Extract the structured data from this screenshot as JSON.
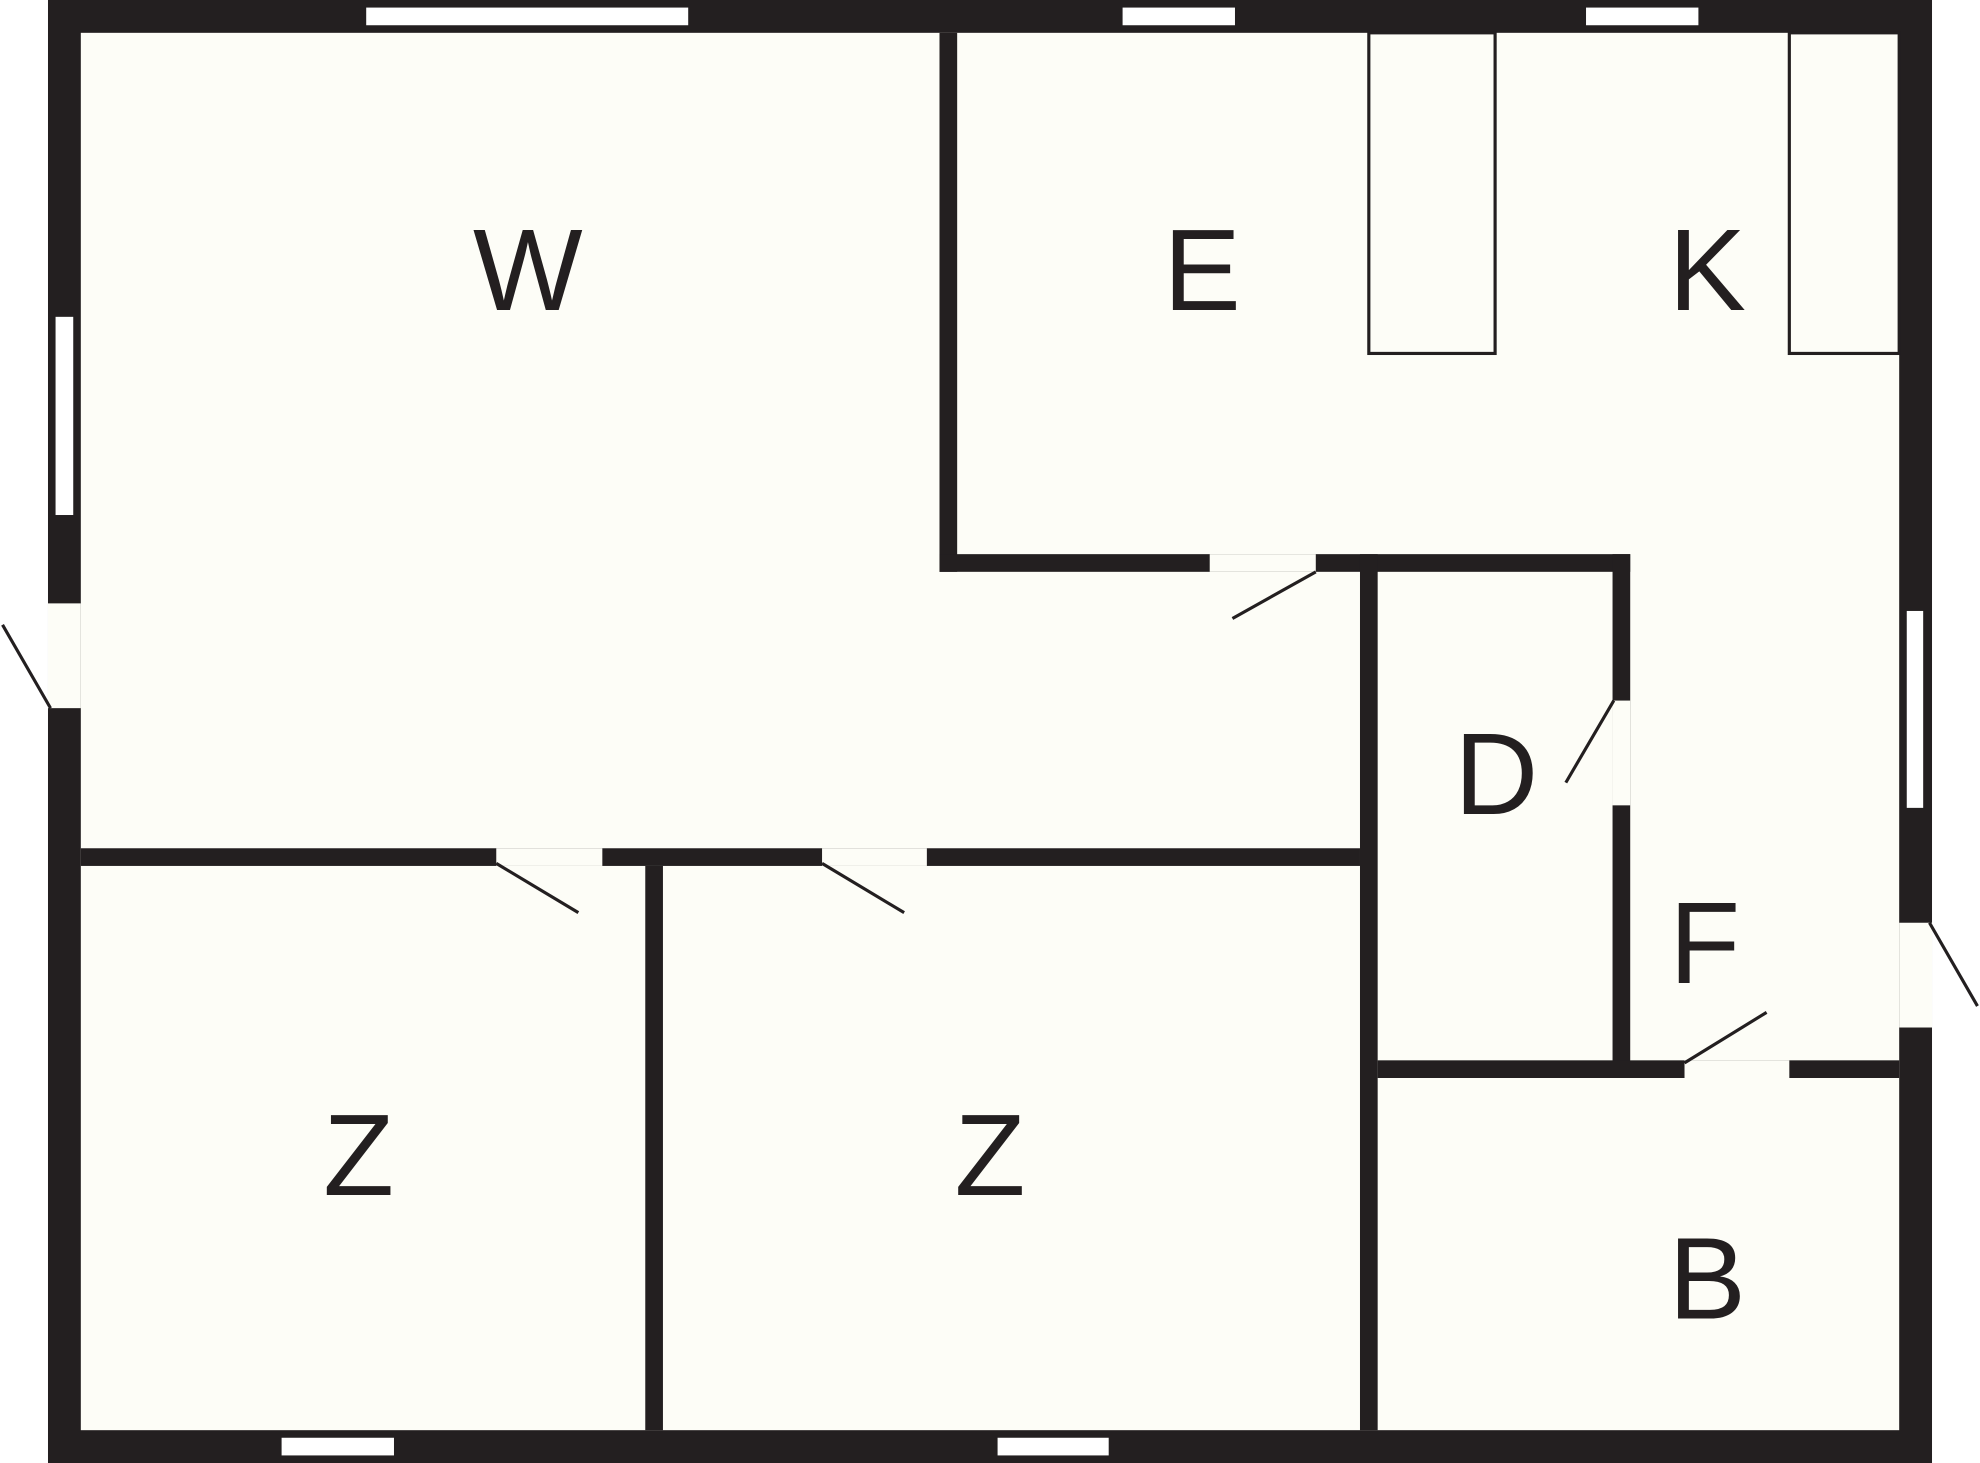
{
  "floor_plan": {
    "rooms": [
      {
        "id": "living",
        "label": "W"
      },
      {
        "id": "dining",
        "label": "E"
      },
      {
        "id": "kitchen",
        "label": "K"
      },
      {
        "id": "storage",
        "label": "D"
      },
      {
        "id": "hall",
        "label": "F"
      },
      {
        "id": "room-left",
        "label": "Z"
      },
      {
        "id": "room-middle",
        "label": "Z"
      },
      {
        "id": "bath",
        "label": "B"
      }
    ],
    "colors": {
      "wall": "#231f20",
      "floor": "#fdfdf7",
      "window": "#ffffff"
    }
  }
}
